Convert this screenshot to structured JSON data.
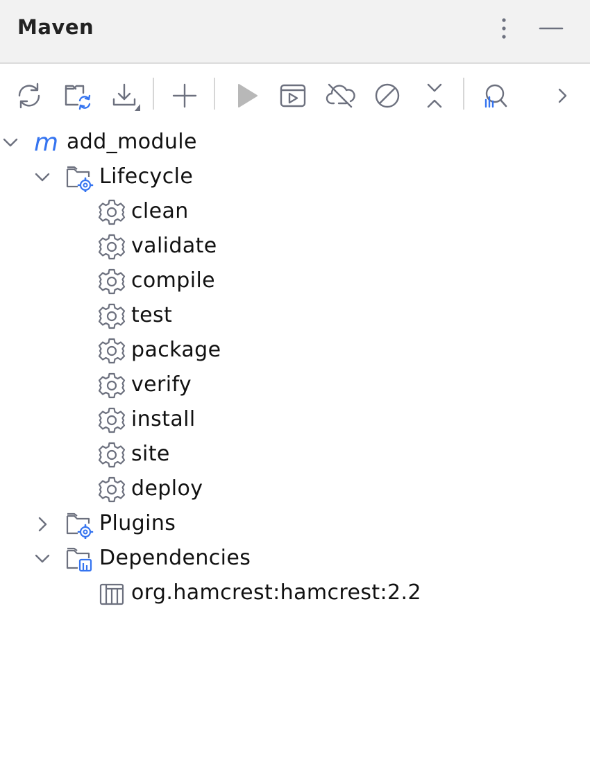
{
  "header": {
    "title": "Maven"
  },
  "toolbar": {
    "buttons": [
      {
        "name": "reload-icon"
      },
      {
        "name": "folder-sync-icon"
      },
      {
        "name": "download-icon"
      },
      {
        "name": "add-icon"
      },
      {
        "name": "run-icon"
      },
      {
        "name": "run-config-icon"
      },
      {
        "name": "offline-icon"
      },
      {
        "name": "skip-tests-icon"
      },
      {
        "name": "collapse-all-icon"
      },
      {
        "name": "analyze-dependencies-icon"
      },
      {
        "name": "chevron-right-icon"
      }
    ]
  },
  "tree": {
    "project": {
      "label": "add_module",
      "expanded": true
    },
    "lifecycle": {
      "label": "Lifecycle",
      "expanded": true,
      "goals": [
        "clean",
        "validate",
        "compile",
        "test",
        "package",
        "verify",
        "install",
        "site",
        "deploy"
      ]
    },
    "plugins": {
      "label": "Plugins",
      "expanded": false
    },
    "dependencies": {
      "label": "Dependencies",
      "expanded": true,
      "items": [
        "org.hamcrest:hamcrest:2.2"
      ]
    }
  },
  "colors": {
    "accent": "#3574f0",
    "icon": "#6c707e",
    "disabled": "#b8b8b8",
    "header_bg": "#f2f2f2"
  }
}
